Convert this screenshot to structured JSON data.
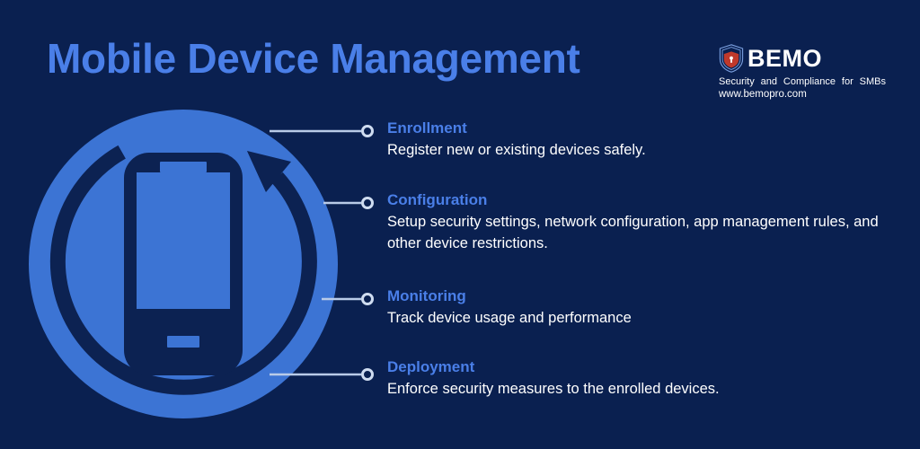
{
  "header": {
    "title": "Mobile Device Management"
  },
  "logo": {
    "brand": "BEMO",
    "shield_icon": "shield-lock-icon",
    "tagline": "Security and Compliance for SMBs",
    "url": "www.bemopro.com",
    "shield_outer_color": "#0a2050",
    "shield_border_color": "#6f9ae8",
    "shield_inner_color": "#c0392b"
  },
  "graphic": {
    "icon": "mobile-device-refresh-icon",
    "circle_color": "#3c74d4",
    "device_color": "#0c2252",
    "screen_color": "#3c74d4",
    "arrow_color": "#0c2252"
  },
  "colors": {
    "background": "#0a2050",
    "accent": "#4a7fe8",
    "text": "#ffffff",
    "connector": "#b9cbe8"
  },
  "items": [
    {
      "title": "Enrollment",
      "desc": "Register new or existing devices safely."
    },
    {
      "title": "Configuration",
      "desc": "Setup security settings, network configuration, app management rules, and other device restrictions."
    },
    {
      "title": "Monitoring",
      "desc": "Track device usage and performance"
    },
    {
      "title": "Deployment",
      "desc": "Enforce security measures to the enrolled devices."
    }
  ]
}
